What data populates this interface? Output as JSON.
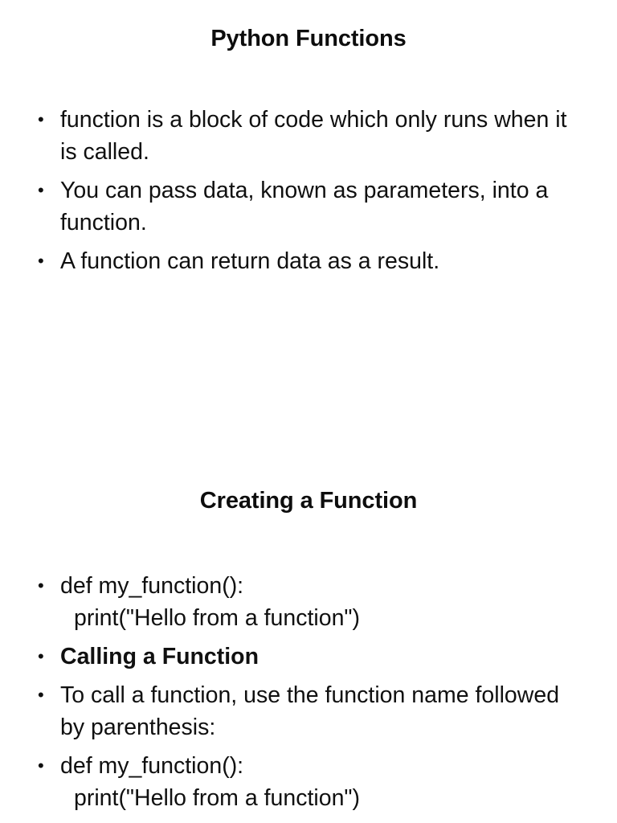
{
  "document": {
    "background_color": "#ffffff",
    "text_color": "#101010",
    "bullet_glyph": "•"
  },
  "slides": [
    {
      "title": "Python Functions",
      "bullets": [
        {
          "text": "function is a block of code which only runs when it is called.",
          "bold": false,
          "type": "paragraph"
        },
        {
          "text": "You can pass data, known as parameters, into a function.",
          "bold": false,
          "type": "paragraph"
        },
        {
          "text": "A function can return data as a result.",
          "bold": false,
          "type": "paragraph"
        }
      ]
    },
    {
      "title": "Creating a Function",
      "bullets": [
        {
          "type": "code",
          "bold": false,
          "line1": "def my_function():",
          "line2": "print(\"Hello from a function\")"
        },
        {
          "type": "paragraph",
          "bold": true,
          "text": "Calling a Function"
        },
        {
          "type": "paragraph",
          "bold": false,
          "text": "To call a function, use the function name followed by parenthesis:"
        },
        {
          "type": "code",
          "bold": false,
          "line1": "def my_function():",
          "line2": "print(\"Hello from a function\")"
        }
      ]
    }
  ]
}
